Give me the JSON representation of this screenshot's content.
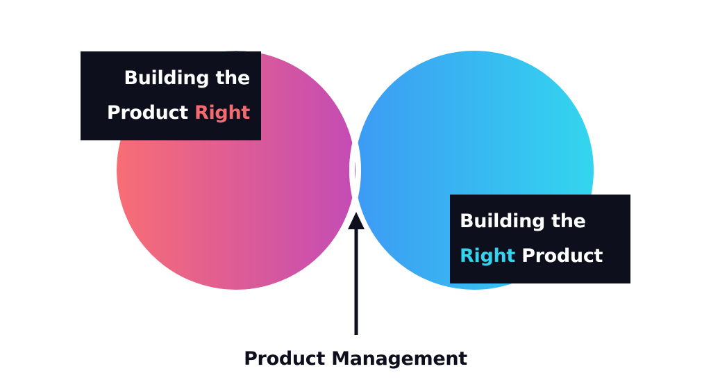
{
  "diagram": {
    "left_circle": {
      "colors": {
        "start": "#f86e74",
        "end": "#c34bb6"
      }
    },
    "right_circle": {
      "colors": {
        "start": "#3d9af4",
        "end": "#33d6ee"
      }
    },
    "intersection": {
      "color": "#8d4cf3"
    },
    "outline_color": "#ffffff"
  },
  "labels": {
    "left": {
      "line1": "Building the",
      "line2_plain": "Product ",
      "line2_accent": "Right",
      "accent_color": "#f46a71"
    },
    "right": {
      "line1": "Building the",
      "line2_accent": "Right",
      "line2_plain": " Product",
      "accent_color": "#33d2ee"
    },
    "bottom": "Product Management"
  }
}
